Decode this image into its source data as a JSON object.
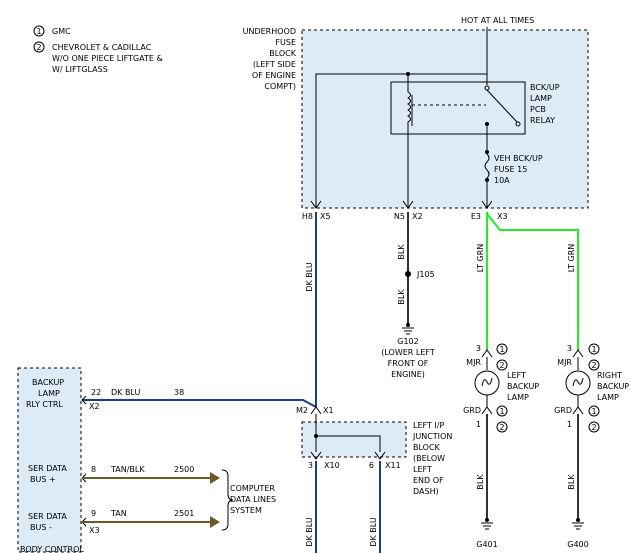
{
  "legend": {
    "note1_num": "1",
    "note1_text": "GMC",
    "note2_num": "2",
    "note2_lines": [
      "CHEVROLET & CADILLAC",
      "W/O ONE PIECE LIFTGATE &",
      "W/ LIFTGLASS"
    ]
  },
  "fuse_block": {
    "label_lines": [
      "UNDERHOOD",
      "FUSE",
      "BLOCK",
      "(LEFT SIDE",
      "OF ENGINE",
      "COMPT)"
    ],
    "hot_label": "HOT AT ALL TIMES",
    "relay_lines": [
      "BCK/UP",
      "LAMP",
      "PCB",
      "RELAY"
    ],
    "fuse_lines": [
      "VEH BCK/UP",
      "FUSE 15",
      "10A"
    ],
    "pins": {
      "h8": "H8",
      "x5a": "X5",
      "n5": "N5",
      "x2a": "X2",
      "e3": "E3",
      "x3a": "X3"
    }
  },
  "wires": {
    "dk_blu": "DK BLU",
    "blk": "BLK",
    "lt_grn": "LT GRN",
    "tan_blk": "TAN/BLK",
    "tan": "TAN",
    "circuit_38": "38",
    "circuit_2500": "2500",
    "circuit_2501": "2501",
    "wire_22": "22",
    "wire_8": "8",
    "wire_9": "9"
  },
  "splice": {
    "label": "J105"
  },
  "ground_g102": {
    "id": "G102",
    "desc_lines": [
      "(LOWER LEFT",
      "FRONT OF",
      "ENGINE)"
    ]
  },
  "lamps": {
    "left": {
      "label_lines": [
        "LEFT",
        "BACKUP",
        "LAMP"
      ],
      "pin_top": "3",
      "conn_top": "MJR",
      "pin_gnd": "1",
      "conn_gnd": "GRD",
      "note1": "1",
      "note2": "2",
      "note1b": "1",
      "note2b": "2"
    },
    "right": {
      "label_lines": [
        "RIGHT",
        "BACKUP",
        "LAMP"
      ],
      "pin_top": "3",
      "conn_top": "MJR",
      "pin_gnd": "1",
      "conn_gnd": "GRD",
      "note1": "1",
      "note2": "2",
      "note1b": "1",
      "note2b": "2"
    }
  },
  "grounds_bottom": {
    "g401": "G401",
    "g400": "G400"
  },
  "bcm": {
    "rows": [
      {
        "lines": [
          "BACKUP",
          "LAMP",
          "RLY CTRL"
        ],
        "conn": "X2"
      },
      {
        "lines": [
          "SER DATA",
          "BUS +"
        ],
        "conn": ""
      },
      {
        "lines": [
          "SER DATA",
          "BUS -"
        ],
        "conn": "X3"
      }
    ],
    "footer": "BODY CONTROL"
  },
  "junction_block": {
    "label_lines": [
      "LEFT I/P",
      "JUNCTION",
      "BLOCK",
      "(BELOW",
      "LEFT",
      "END OF",
      "DASH)"
    ],
    "pin_m2": "M2",
    "pin_x1": "X1",
    "pin_3": "3",
    "pin_x10": "X10",
    "pin_6": "6",
    "pin_x11": "X11"
  },
  "data_lines": {
    "label_lines": [
      "COMPUTER",
      "DATA LINES",
      "SYSTEM"
    ]
  },
  "colors": {
    "dk_blu": "#1f3a93",
    "lt_grn": "#22ee22",
    "blk": "#333333",
    "tan": "#6b5a2a",
    "box_fill": "#dcebf6"
  }
}
